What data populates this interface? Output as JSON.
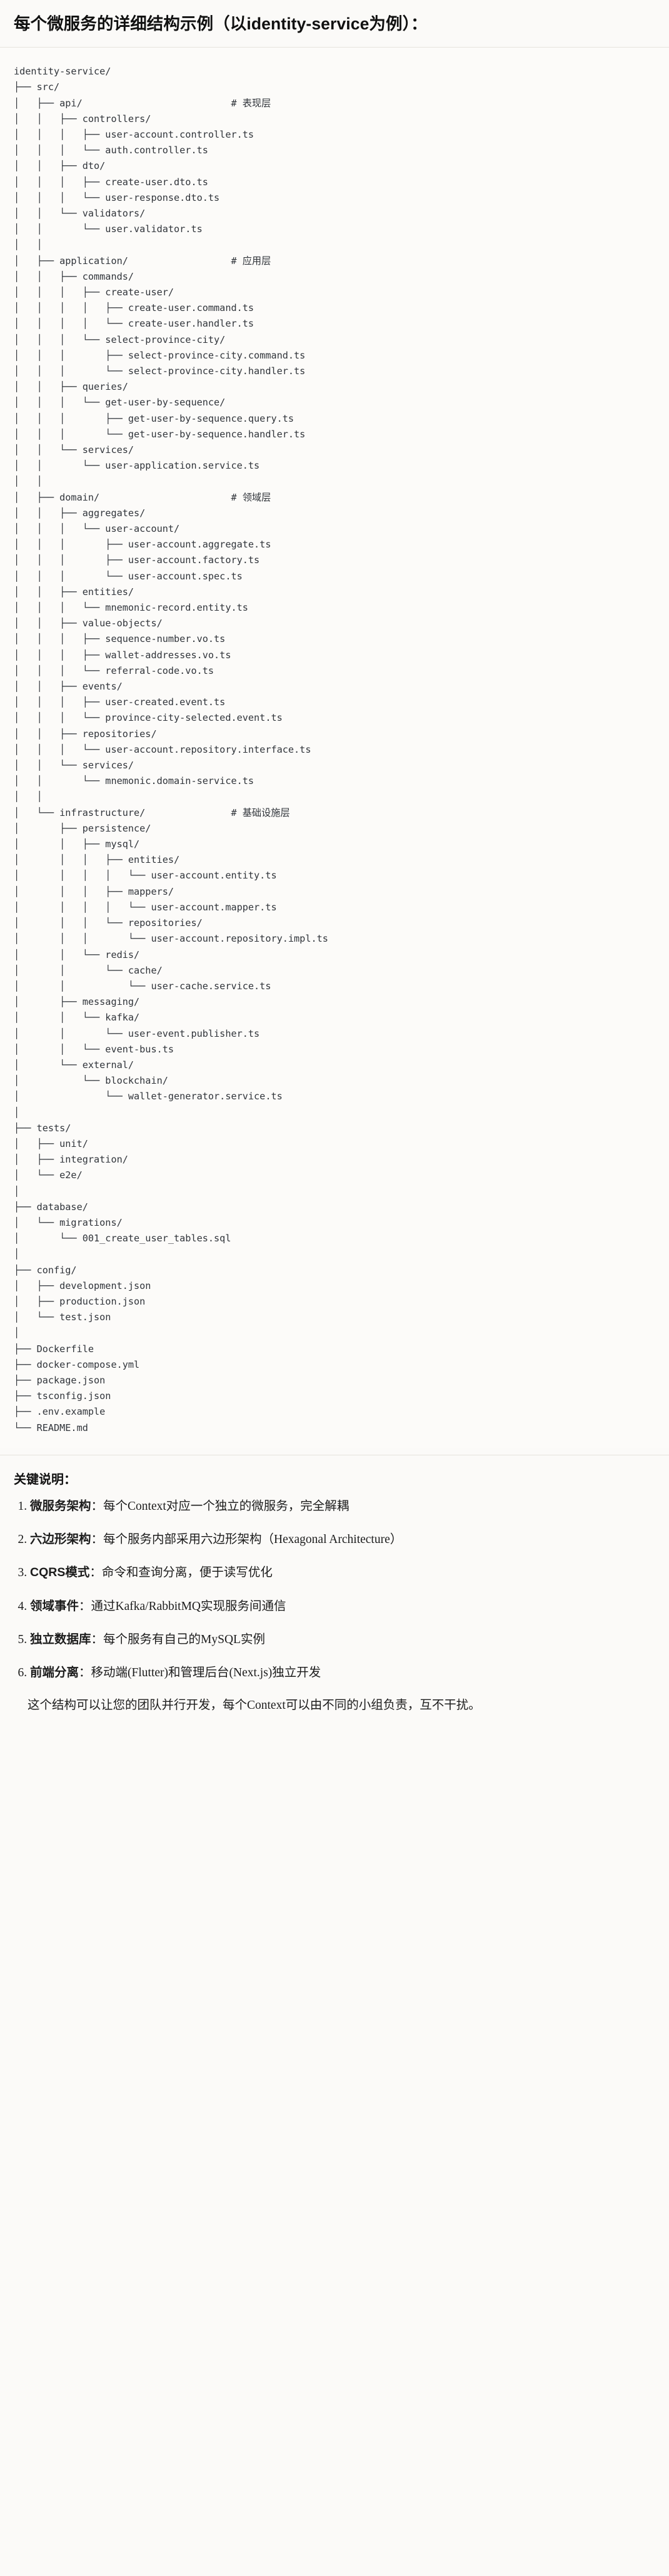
{
  "heading": {
    "text": "每个微服务的详细结构示例（以identity-service为例）："
  },
  "code_block": {
    "language": "text",
    "tree_text": "identity-service/\n├── src/\n│   ├── api/                          # 表现层\n│   │   ├── controllers/\n│   │   │   ├── user-account.controller.ts\n│   │   │   └── auth.controller.ts\n│   │   ├── dto/\n│   │   │   ├── create-user.dto.ts\n│   │   │   └── user-response.dto.ts\n│   │   └── validators/\n│   │       └── user.validator.ts\n│   │\n│   ├── application/                  # 应用层\n│   │   ├── commands/\n│   │   │   ├── create-user/\n│   │   │   │   ├── create-user.command.ts\n│   │   │   │   └── create-user.handler.ts\n│   │   │   └── select-province-city/\n│   │   │       ├── select-province-city.command.ts\n│   │   │       └── select-province-city.handler.ts\n│   │   ├── queries/\n│   │   │   └── get-user-by-sequence/\n│   │   │       ├── get-user-by-sequence.query.ts\n│   │   │       └── get-user-by-sequence.handler.ts\n│   │   └── services/\n│   │       └── user-application.service.ts\n│   │\n│   ├── domain/                       # 领域层\n│   │   ├── aggregates/\n│   │   │   └── user-account/\n│   │   │       ├── user-account.aggregate.ts\n│   │   │       ├── user-account.factory.ts\n│   │   │       └── user-account.spec.ts\n│   │   ├── entities/\n│   │   │   └── mnemonic-record.entity.ts\n│   │   ├── value-objects/\n│   │   │   ├── sequence-number.vo.ts\n│   │   │   ├── wallet-addresses.vo.ts\n│   │   │   └── referral-code.vo.ts\n│   │   ├── events/\n│   │   │   ├── user-created.event.ts\n│   │   │   └── province-city-selected.event.ts\n│   │   ├── repositories/\n│   │   │   └── user-account.repository.interface.ts\n│   │   └── services/\n│   │       └── mnemonic.domain-service.ts\n│   │\n│   └── infrastructure/               # 基础设施层\n│       ├── persistence/\n│       │   ├── mysql/\n│       │   │   ├── entities/\n│       │   │   │   └── user-account.entity.ts\n│       │   │   ├── mappers/\n│       │   │   │   └── user-account.mapper.ts\n│       │   │   └── repositories/\n│       │   │       └── user-account.repository.impl.ts\n│       │   └── redis/\n│       │       └── cache/\n│       │           └── user-cache.service.ts\n│       ├── messaging/\n│       │   └── kafka/\n│       │       └── user-event.publisher.ts\n│       │   └── event-bus.ts\n│       └── external/\n│           └── blockchain/\n│               └── wallet-generator.service.ts\n│\n├── tests/\n│   ├── unit/\n│   ├── integration/\n│   └── e2e/\n│\n├── database/\n│   └── migrations/\n│       └── 001_create_user_tables.sql\n│\n├── config/\n│   ├── development.json\n│   ├── production.json\n│   └── test.json\n│\n├── Dockerfile\n├── docker-compose.yml\n├── package.json\n├── tsconfig.json\n├── .env.example\n└── README.md"
  },
  "notes": {
    "title": "关键说明：",
    "items": [
      {
        "term": "微服务架构",
        "sep": "：",
        "desc": "每个Context对应一个独立的微服务，完全解耦"
      },
      {
        "term": "六边形架构",
        "sep": "：",
        "desc": "每个服务内部采用六边形架构（Hexagonal Architecture）"
      },
      {
        "term": "CQRS模式",
        "sep": "：",
        "desc": "命令和查询分离，便于读写优化"
      },
      {
        "term": "领域事件",
        "sep": "：",
        "desc": "通过Kafka/RabbitMQ实现服务间通信"
      },
      {
        "term": "独立数据库",
        "sep": "：",
        "desc": "每个服务有自己的MySQL实例"
      },
      {
        "term": "前端分离",
        "sep": "：",
        "desc": "移动端(Flutter)和管理后台(Next.js)独立开发"
      }
    ],
    "closing": "这个结构可以让您的团队并行开发，每个Context可以由不同的小组负责，互不干扰。"
  }
}
